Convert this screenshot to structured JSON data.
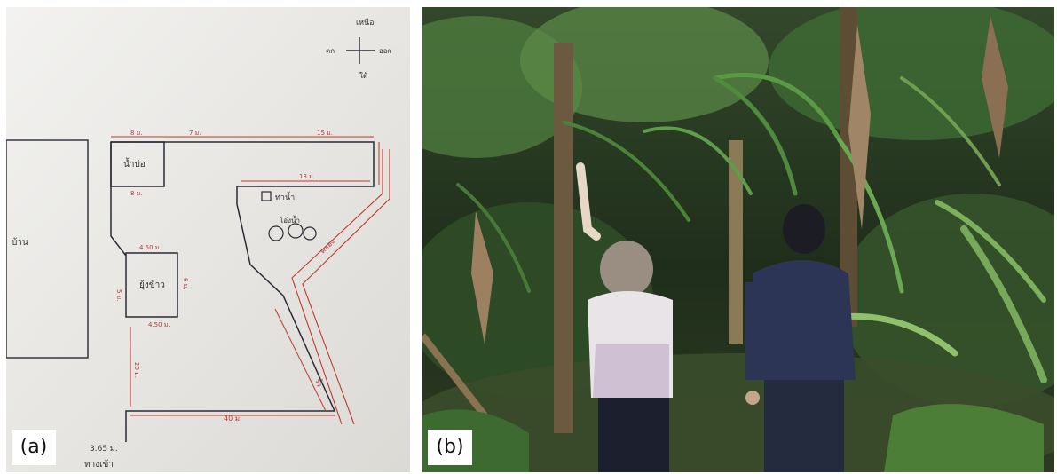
{
  "panels": [
    {
      "id": "a",
      "label": "(a)",
      "map_labels": {
        "north": "เหนือ",
        "west": "ตก",
        "east": "ออก",
        "south": "ใต้",
        "house": "บ้าน",
        "well": "น้ำบ่อ",
        "granary": "ยุ้งข้าว",
        "water_tap": "ท่าน้ำ",
        "water_jars": "โอ่งน้ำ",
        "entrance": "ทางเข้า",
        "canal": "คลอง",
        "fence": "รั้ว",
        "m_8a": "8 ม.",
        "m_8b": "8 ม.",
        "m_7a": "7 ม.",
        "m_13": "13 ม.",
        "m_15": "15 ม.",
        "m_450a": "4.50 ม.",
        "m_450b": "4.50 ม.",
        "m_40": "40 ม.",
        "m_365": "3.65 ม.",
        "m_5": "5 ม.",
        "m_6": "6 ม.",
        "m_20": "20 ม."
      }
    },
    {
      "id": "b",
      "label": "(b)"
    }
  ],
  "colors": {
    "paper": "#ecebe8",
    "ink": "#2a2a35",
    "red_ink": "#c0392b",
    "foliage_dark": "#1f2e1b",
    "foliage_mid": "#3f6b35",
    "foliage_light": "#6f9d52"
  }
}
